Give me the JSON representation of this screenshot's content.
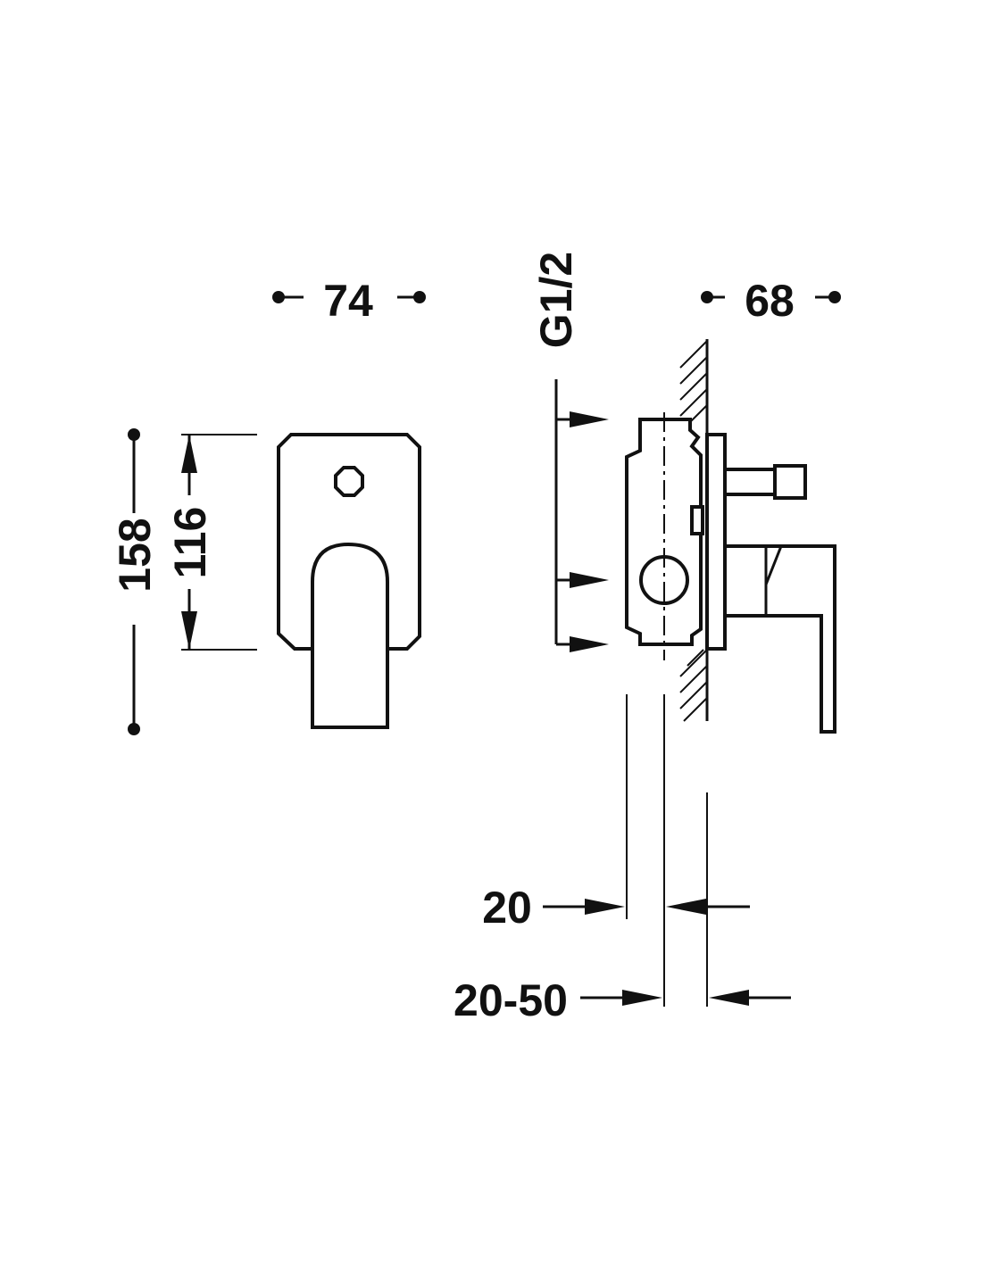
{
  "dimensions": {
    "front_width": "74",
    "overall_height": "158",
    "plate_height": "116",
    "depth": "68",
    "thread": "G1/2",
    "min_depth": "20",
    "depth_range": "20-50"
  },
  "colors": {
    "line": "#111111",
    "background": "#ffffff"
  }
}
